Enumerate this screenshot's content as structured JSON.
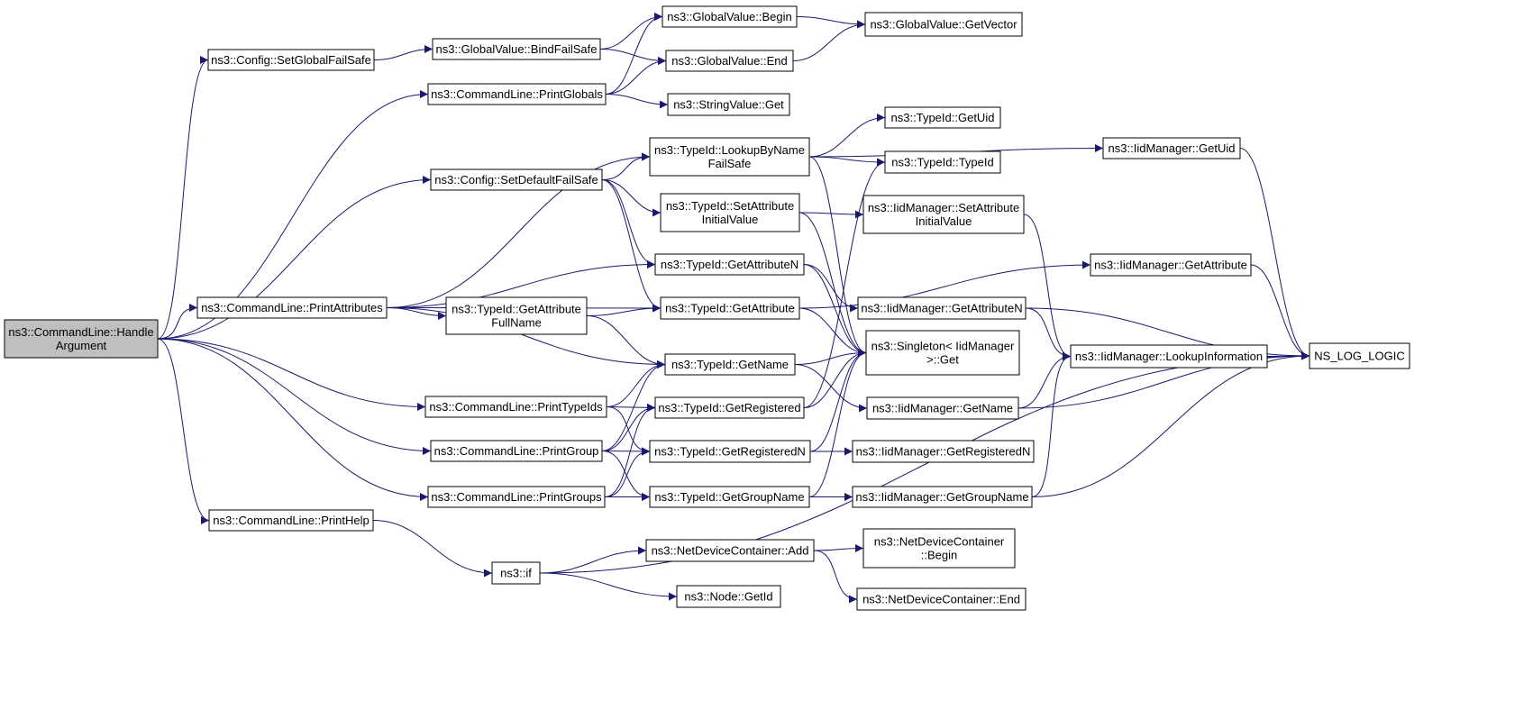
{
  "colors": {
    "edge": "#191970",
    "root_fill": "#bfbfbf",
    "node_fill": "#ffffff",
    "border": "#000000"
  },
  "nodes": [
    {
      "id": "handle_argument",
      "lines": [
        "ns3::CommandLine::Handle",
        "Argument"
      ],
      "root": true
    },
    {
      "id": "set_global_failsafe",
      "lines": [
        "ns3::Config::SetGlobalFailSafe"
      ]
    },
    {
      "id": "print_globals",
      "lines": [
        "ns3::CommandLine::PrintGlobals"
      ]
    },
    {
      "id": "set_default_failsafe",
      "lines": [
        "ns3::Config::SetDefaultFailSafe"
      ]
    },
    {
      "id": "print_attributes",
      "lines": [
        "ns3::CommandLine::PrintAttributes"
      ]
    },
    {
      "id": "print_typeids",
      "lines": [
        "ns3::CommandLine::PrintTypeIds"
      ]
    },
    {
      "id": "print_group",
      "lines": [
        "ns3::CommandLine::PrintGroup"
      ]
    },
    {
      "id": "print_groups",
      "lines": [
        "ns3::CommandLine::PrintGroups"
      ]
    },
    {
      "id": "print_help",
      "lines": [
        "ns3::CommandLine::PrintHelp"
      ]
    },
    {
      "id": "bind_failsafe",
      "lines": [
        "ns3::GlobalValue::BindFailSafe"
      ]
    },
    {
      "id": "gv_begin",
      "lines": [
        "ns3::GlobalValue::Begin"
      ]
    },
    {
      "id": "gv_end",
      "lines": [
        "ns3::GlobalValue::End"
      ]
    },
    {
      "id": "gv_getvector",
      "lines": [
        "ns3::GlobalValue::GetVector"
      ]
    },
    {
      "id": "stringvalue_get",
      "lines": [
        "ns3::StringValue::Get"
      ]
    },
    {
      "id": "lookup_by_name_failsafe",
      "lines": [
        "ns3::TypeId::LookupByName",
        "FailSafe"
      ]
    },
    {
      "id": "typeid_getuid",
      "lines": [
        "ns3::TypeId::GetUid"
      ]
    },
    {
      "id": "typeid_typeid",
      "lines": [
        "ns3::TypeId::TypeId"
      ]
    },
    {
      "id": "typeid_set_attr_initial",
      "lines": [
        "ns3::TypeId::SetAttribute",
        "InitialValue"
      ]
    },
    {
      "id": "typeid_get_attribute_n",
      "lines": [
        "ns3::TypeId::GetAttributeN"
      ]
    },
    {
      "id": "typeid_get_attribute",
      "lines": [
        "ns3::TypeId::GetAttribute"
      ]
    },
    {
      "id": "typeid_get_attr_fullname",
      "lines": [
        "ns3::TypeId::GetAttribute",
        "FullName"
      ]
    },
    {
      "id": "typeid_getname",
      "lines": [
        "ns3::TypeId::GetName"
      ]
    },
    {
      "id": "typeid_getregistered",
      "lines": [
        "ns3::TypeId::GetRegistered"
      ]
    },
    {
      "id": "typeid_getregistered_n",
      "lines": [
        "ns3::TypeId::GetRegisteredN"
      ]
    },
    {
      "id": "typeid_getgroupname",
      "lines": [
        "ns3::TypeId::GetGroupName"
      ]
    },
    {
      "id": "iid_getuid",
      "lines": [
        "ns3::IidManager::GetUid"
      ]
    },
    {
      "id": "iid_set_attr_initial",
      "lines": [
        "ns3::IidManager::SetAttribute",
        "InitialValue"
      ]
    },
    {
      "id": "iid_getattribute",
      "lines": [
        "ns3::IidManager::GetAttribute"
      ]
    },
    {
      "id": "iid_getattribute_n",
      "lines": [
        "ns3::IidManager::GetAttributeN"
      ]
    },
    {
      "id": "singleton_get",
      "lines": [
        "ns3::Singleton< IidManager",
        ">::Get"
      ]
    },
    {
      "id": "iid_lookup_info",
      "lines": [
        "ns3::IidManager::LookupInformation"
      ]
    },
    {
      "id": "iid_getname",
      "lines": [
        "ns3::IidManager::GetName"
      ]
    },
    {
      "id": "iid_getregistered_n",
      "lines": [
        "ns3::IidManager::GetRegisteredN"
      ]
    },
    {
      "id": "iid_getgroupname",
      "lines": [
        "ns3::IidManager::GetGroupName"
      ]
    },
    {
      "id": "ns_log_logic",
      "lines": [
        "NS_LOG_LOGIC"
      ]
    },
    {
      "id": "ns3_if",
      "lines": [
        "ns3::if"
      ]
    },
    {
      "id": "ndc_add",
      "lines": [
        "ns3::NetDeviceContainer::Add"
      ]
    },
    {
      "id": "ndc_begin",
      "lines": [
        "ns3::NetDeviceContainer",
        "::Begin"
      ]
    },
    {
      "id": "node_getid",
      "lines": [
        "ns3::Node::GetId"
      ]
    },
    {
      "id": "ndc_end",
      "lines": [
        "ns3::NetDeviceContainer::End"
      ]
    }
  ],
  "edges": [
    [
      "handle_argument",
      "set_global_failsafe"
    ],
    [
      "handle_argument",
      "print_globals"
    ],
    [
      "handle_argument",
      "set_default_failsafe"
    ],
    [
      "handle_argument",
      "print_attributes"
    ],
    [
      "handle_argument",
      "print_typeids"
    ],
    [
      "handle_argument",
      "print_group"
    ],
    [
      "handle_argument",
      "print_groups"
    ],
    [
      "handle_argument",
      "print_help"
    ],
    [
      "set_global_failsafe",
      "bind_failsafe"
    ],
    [
      "bind_failsafe",
      "gv_begin"
    ],
    [
      "bind_failsafe",
      "gv_end"
    ],
    [
      "gv_begin",
      "gv_getvector"
    ],
    [
      "gv_end",
      "gv_getvector"
    ],
    [
      "print_globals",
      "gv_begin"
    ],
    [
      "print_globals",
      "gv_end"
    ],
    [
      "print_globals",
      "stringvalue_get"
    ],
    [
      "set_default_failsafe",
      "lookup_by_name_failsafe"
    ],
    [
      "set_default_failsafe",
      "typeid_set_attr_initial"
    ],
    [
      "set_default_failsafe",
      "typeid_get_attribute_n"
    ],
    [
      "set_default_failsafe",
      "typeid_get_attribute"
    ],
    [
      "print_attributes",
      "lookup_by_name_failsafe"
    ],
    [
      "print_attributes",
      "typeid_get_attribute_n"
    ],
    [
      "print_attributes",
      "typeid_get_attribute"
    ],
    [
      "print_attributes",
      "typeid_get_attr_fullname"
    ],
    [
      "print_attributes",
      "typeid_getname"
    ],
    [
      "typeid_get_attr_fullname",
      "typeid_get_attribute"
    ],
    [
      "typeid_get_attr_fullname",
      "typeid_getname"
    ],
    [
      "print_typeids",
      "typeid_getname"
    ],
    [
      "print_typeids",
      "typeid_getregistered"
    ],
    [
      "print_typeids",
      "typeid_getregistered_n"
    ],
    [
      "print_group",
      "typeid_getname"
    ],
    [
      "print_group",
      "typeid_getregistered"
    ],
    [
      "print_group",
      "typeid_getregistered_n"
    ],
    [
      "print_group",
      "typeid_getgroupname"
    ],
    [
      "print_groups",
      "typeid_getregistered"
    ],
    [
      "print_groups",
      "typeid_getregistered_n"
    ],
    [
      "print_groups",
      "typeid_getgroupname"
    ],
    [
      "lookup_by_name_failsafe",
      "iid_getuid"
    ],
    [
      "lookup_by_name_failsafe",
      "typeid_getuid"
    ],
    [
      "lookup_by_name_failsafe",
      "typeid_typeid"
    ],
    [
      "lookup_by_name_failsafe",
      "singleton_get"
    ],
    [
      "typeid_set_attr_initial",
      "iid_set_attr_initial"
    ],
    [
      "typeid_set_attr_initial",
      "singleton_get"
    ],
    [
      "typeid_get_attribute_n",
      "iid_getattribute_n"
    ],
    [
      "typeid_get_attribute_n",
      "singleton_get"
    ],
    [
      "typeid_get_attribute",
      "iid_getattribute"
    ],
    [
      "typeid_get_attribute",
      "singleton_get"
    ],
    [
      "typeid_getname",
      "singleton_get"
    ],
    [
      "typeid_getname",
      "iid_getname"
    ],
    [
      "typeid_getregistered",
      "typeid_typeid"
    ],
    [
      "typeid_getregistered",
      "singleton_get"
    ],
    [
      "typeid_getregistered_n",
      "iid_getregistered_n"
    ],
    [
      "typeid_getregistered_n",
      "singleton_get"
    ],
    [
      "typeid_getgroupname",
      "iid_getgroupname"
    ],
    [
      "typeid_getgroupname",
      "singleton_get"
    ],
    [
      "iid_getuid",
      "ns_log_logic"
    ],
    [
      "iid_set_attr_initial",
      "iid_lookup_info"
    ],
    [
      "iid_getattribute",
      "ns_log_logic"
    ],
    [
      "iid_getattribute_n",
      "iid_lookup_info"
    ],
    [
      "iid_getattribute_n",
      "ns_log_logic"
    ],
    [
      "iid_lookup_info",
      "ns_log_logic"
    ],
    [
      "iid_getname",
      "iid_lookup_info"
    ],
    [
      "iid_getname",
      "ns_log_logic"
    ],
    [
      "iid_getgroupname",
      "iid_lookup_info"
    ],
    [
      "iid_getgroupname",
      "ns_log_logic"
    ],
    [
      "print_help",
      "ns3_if"
    ],
    [
      "ns3_if",
      "ndc_add"
    ],
    [
      "ns3_if",
      "node_getid"
    ],
    [
      "ns3_if",
      "ns_log_logic"
    ],
    [
      "ndc_add",
      "ndc_begin"
    ],
    [
      "ndc_add",
      "ndc_end"
    ]
  ]
}
